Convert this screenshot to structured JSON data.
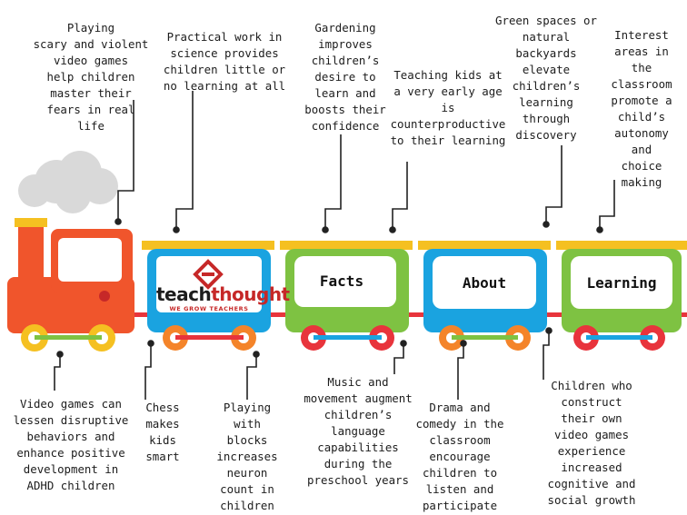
{
  "colors": {
    "engine_red": "#f0552c",
    "car_blue": "#1aa3e0",
    "car_green": "#7ec242",
    "car_top": "#f5c021",
    "wheel_yellow": "#f5c021",
    "wheel_orange": "#f4842a",
    "wheel_red": "#e8343c",
    "smoke": "#d9d9d9",
    "connector": "#e8343c"
  },
  "logo": {
    "text_left": "teach",
    "text_right": "thought",
    "tagline": "WE GROW TEACHERS",
    "icon": "teachthought-logo-icon"
  },
  "plates": {
    "car2": "Facts",
    "car3": "About",
    "car4": "Learning"
  },
  "notes": {
    "top_video": "Playing\nscary and violent\nvideo games\nhelp children\nmaster their\nfears in real\nlife",
    "top_science": "Practical work in\nscience provides\nchildren little or\nno learning at all",
    "top_gardening": "Gardening\nimproves\nchildren’s\ndesire to\nlearn and\nboosts their\nconfidence",
    "top_early": "Teaching kids at\na very early age\nis\ncounterproductive\nto their learning",
    "top_green": "Green spaces or\nnatural\nbackyards\nelevate\nchildren’s\nlearning\nthrough\ndiscovery",
    "top_interest": "Interest\nareas in\nthe\nclassroom\npromote a\nchild’s\nautonomy\nand\nchoice\nmaking",
    "bottom_adhd": "Video games can\nlessen disruptive\nbehaviors and\nenhance positive\ndevelopment in\nADHD children",
    "bottom_chess": "Chess\nmakes\nkids\nsmart",
    "bottom_blocks": "Playing\nwith\nblocks\nincreases\nneuron\ncount in\nchildren",
    "bottom_music": "Music and\nmovement augment\nchildren’s\nlanguage\ncapabilities\nduring the\npreschool years",
    "bottom_drama": "Drama and\ncomedy in the\nclassroom\nencourage\nchildren to\nlisten and\nparticipate",
    "bottom_construct": "Children who\nconstruct\ntheir own\nvideo games\nexperience\nincreased\ncognitive and\nsocial growth"
  }
}
